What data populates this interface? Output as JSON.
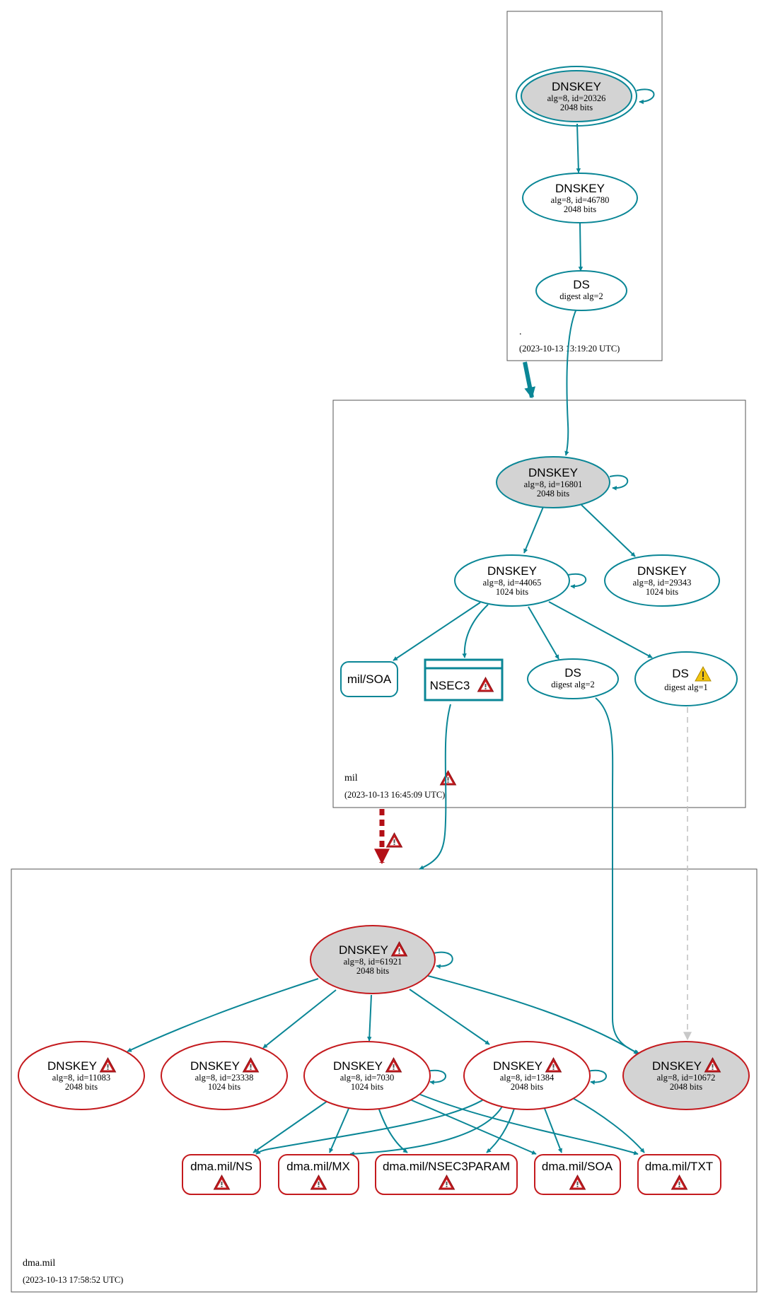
{
  "zones": {
    "root": {
      "name": ".",
      "timestamp": "(2023-10-13 13:19:20 UTC)"
    },
    "mil": {
      "name": "mil",
      "timestamp": "(2023-10-13 16:45:09 UTC)"
    },
    "dma": {
      "name": "dma.mil",
      "timestamp": "(2023-10-13 17:58:52 UTC)"
    }
  },
  "nodes": {
    "root_ksk": {
      "title": "DNSKEY",
      "line1": "alg=8, id=20326",
      "line2": "2048 bits"
    },
    "root_zsk": {
      "title": "DNSKEY",
      "line1": "alg=8, id=46780",
      "line2": "2048 bits"
    },
    "root_ds": {
      "title": "DS",
      "line1": "digest alg=2"
    },
    "mil_ksk": {
      "title": "DNSKEY",
      "line1": "alg=8, id=16801",
      "line2": "2048 bits"
    },
    "mil_zsk1": {
      "title": "DNSKEY",
      "line1": "alg=8, id=44065",
      "line2": "1024 bits"
    },
    "mil_zsk2": {
      "title": "DNSKEY",
      "line1": "alg=8, id=29343",
      "line2": "1024 bits"
    },
    "mil_soa": {
      "title": "mil/SOA"
    },
    "mil_nsec3": {
      "title": "NSEC3"
    },
    "mil_ds2": {
      "title": "DS",
      "line1": "digest alg=2"
    },
    "mil_ds1": {
      "title": "DS",
      "line1": "digest alg=1"
    },
    "dma_ksk": {
      "title": "DNSKEY",
      "line1": "alg=8, id=61921",
      "line2": "2048 bits"
    },
    "dma_k11083": {
      "title": "DNSKEY",
      "line1": "alg=8, id=11083",
      "line2": "2048 bits"
    },
    "dma_k23338": {
      "title": "DNSKEY",
      "line1": "alg=8, id=23338",
      "line2": "1024 bits"
    },
    "dma_k7030": {
      "title": "DNSKEY",
      "line1": "alg=8, id=7030",
      "line2": "1024 bits"
    },
    "dma_k1384": {
      "title": "DNSKEY",
      "line1": "alg=8, id=1384",
      "line2": "2048 bits"
    },
    "dma_k10672": {
      "title": "DNSKEY",
      "line1": "alg=8, id=10672",
      "line2": "2048 bits"
    },
    "dma_ns": {
      "title": "dma.mil/NS"
    },
    "dma_mx": {
      "title": "dma.mil/MX"
    },
    "dma_nsec3param": {
      "title": "dma.mil/NSEC3PARAM"
    },
    "dma_soa": {
      "title": "dma.mil/SOA"
    },
    "dma_txt": {
      "title": "dma.mil/TXT"
    }
  },
  "colors": {
    "secure": "#0a8696",
    "bogus": "#c41a1e",
    "key_fill": "#d3d3d3",
    "warning": "#f2c40f",
    "error_icon": "#c41a1e",
    "insecure_dash": "#bfbfbf"
  },
  "icons": {
    "warning": "warning-icon",
    "error": "error-icon"
  }
}
